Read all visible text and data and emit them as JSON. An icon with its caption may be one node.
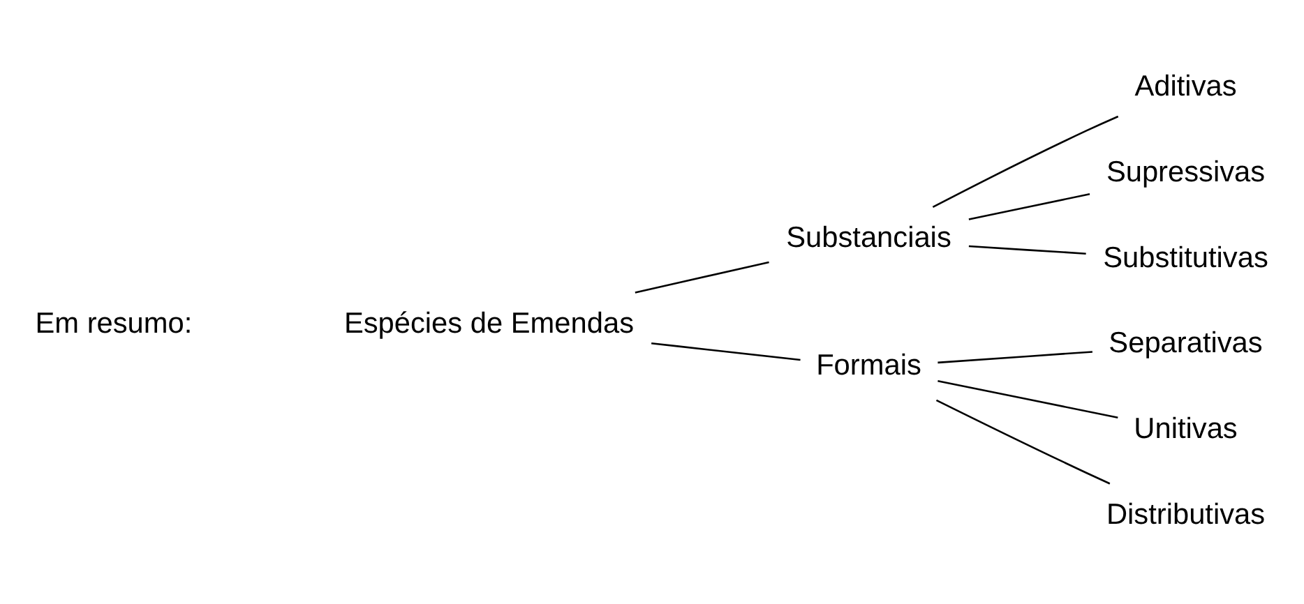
{
  "diagram": {
    "nodes": [
      {
        "text": [
          "Espécies de Emendas"
        ]
      },
      {
        "text": [
          "Substanciais"
        ]
      },
      {
        "text": [
          "Formais"
        ]
      },
      {
        "text": [
          "Aditivas"
        ]
      },
      {
        "text": [
          "Supressivas"
        ]
      },
      {
        "text": [
          "Substitutivas"
        ]
      },
      {
        "text": [
          "Separativas"
        ]
      },
      {
        "text": [
          "Unitivas"
        ]
      },
      {
        "text": [
          "Distributivas"
        ]
      }
    ],
    "edges": [
      {
        "from": 0,
        "to": 1,
        "arrow": "none"
      },
      {
        "from": 0,
        "to": 2,
        "arrow": "none"
      },
      {
        "from": 1,
        "to": 3,
        "arrow": "none"
      },
      {
        "from": 1,
        "to": 4,
        "arrow": "none"
      },
      {
        "from": 1,
        "to": 5,
        "arrow": "none"
      },
      {
        "from": 2,
        "to": 6,
        "arrow": "none"
      },
      {
        "from": 2,
        "to": 7,
        "arrow": "none"
      },
      {
        "from": 2,
        "to": 8,
        "arrow": "none"
      }
    ],
    "labels": [
      "Em resumo:"
    ]
  }
}
